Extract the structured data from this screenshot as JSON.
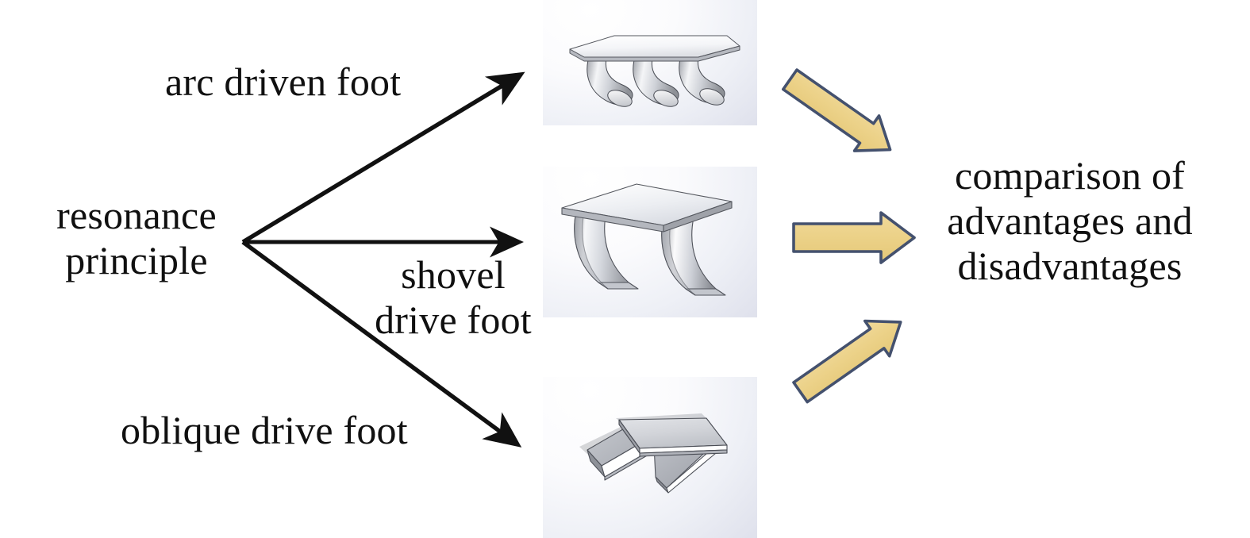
{
  "diagram": {
    "title": "resonance principle drive foot comparison",
    "source": {
      "label": "resonance\nprinciple"
    },
    "branches": [
      {
        "key": "arc",
        "label": "arc driven foot",
        "image_name": "arc-driven-foot-cad-image"
      },
      {
        "key": "shovel",
        "label": "shovel\ndrive foot",
        "image_name": "shovel-drive-foot-cad-image"
      },
      {
        "key": "oblique",
        "label": "oblique drive foot",
        "image_name": "oblique-drive-foot-cad-image"
      }
    ],
    "outcome": {
      "label": "comparison of\nadvantages and\ndisadvantages"
    },
    "connectors": {
      "black_arrow_count": 3,
      "yellow_arrow_count": 3
    },
    "colors": {
      "arrow_fill": "#ecd289",
      "arrow_stroke": "#44516e",
      "line": "#111111",
      "text": "#101010",
      "panel_light": "#ffffff",
      "panel_shade": "#d9dbe8",
      "metal_light": "#f2f3f5",
      "metal_mid": "#c9ccd2",
      "metal_dark": "#8d9097"
    }
  }
}
